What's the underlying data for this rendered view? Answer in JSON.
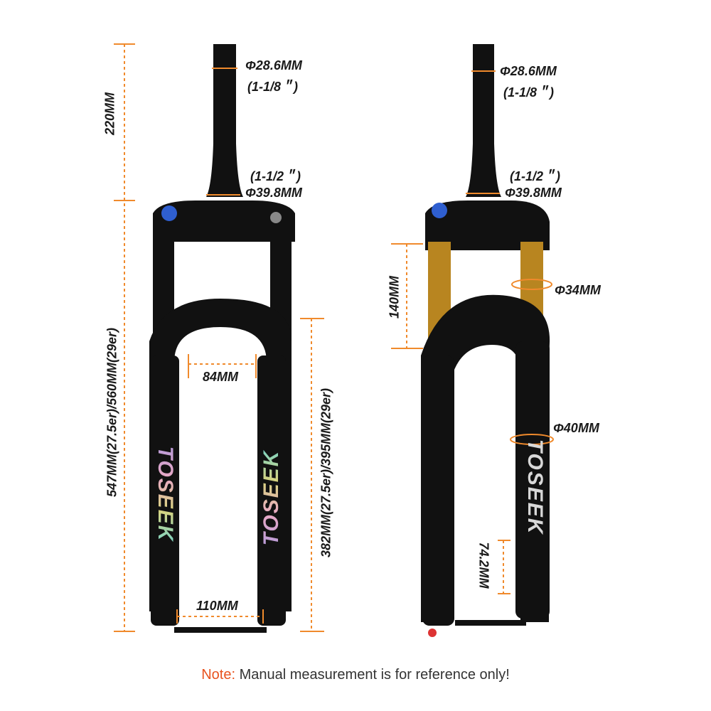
{
  "accent_color": "#f08a2c",
  "left_fork": {
    "steerer_top_diameter": "Φ28.6MM",
    "steerer_top_inch": "(1-1/8＂)",
    "steerer_base_inch": "(1-1/2＂)",
    "steerer_base_diameter": "Φ39.8MM",
    "steerer_length": "220MM",
    "total_length": "547MM(27.5er)/560MM(29er)",
    "inner_width": "84MM",
    "hub_width": "110MM",
    "axle_to_crown": "382MM(27.5er)/395MM(29er)",
    "brand_left": "TOSEEK",
    "brand_right": "TOSEEK"
  },
  "right_fork": {
    "steerer_top_diameter": "Φ28.6MM",
    "steerer_top_inch": "(1-1/8＂)",
    "steerer_base_inch": "(1-1/2＂)",
    "steerer_base_diameter": "Φ39.8MM",
    "travel": "140MM",
    "stanchion_diameter": "Φ34MM",
    "lower_diameter": "Φ40MM",
    "post_mount": "74.2MM",
    "brand": "TOSEEK"
  },
  "note": {
    "prefix": "Note:",
    "text": " Manual measurement is for reference only!"
  }
}
